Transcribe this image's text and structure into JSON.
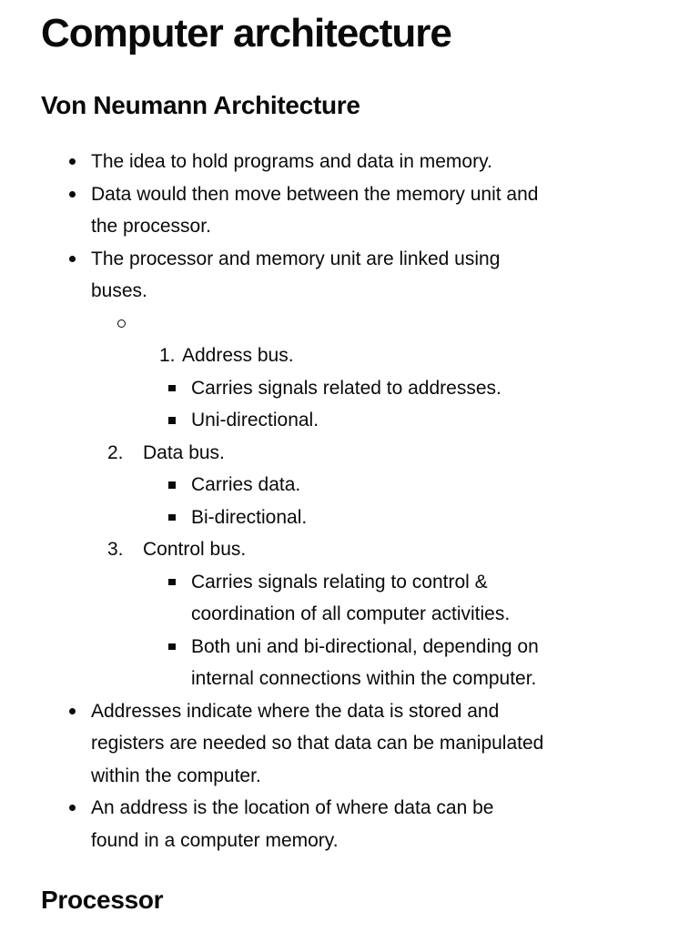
{
  "page": {
    "title": "Computer architecture",
    "section_heading": "Von Neumann Architecture",
    "next_section_heading": "Processor"
  },
  "colors": {
    "text": "#0a0a0a",
    "background": "#ffffff"
  },
  "list": {
    "items": [
      {
        "type": "bullet",
        "marker_icon": "disc-bullet-icon",
        "text": "The idea to hold programs and data in memory."
      },
      {
        "type": "bullet",
        "marker_icon": "disc-bullet-icon",
        "text": "Data would then move between the memory unit and\nthe processor."
      },
      {
        "type": "bullet",
        "marker_icon": "disc-bullet-icon",
        "text": "The processor and memory unit are linked using\nbuses."
      },
      {
        "type": "circle",
        "marker_icon": "circle-bullet-icon",
        "text": ""
      },
      {
        "type": "num-deep",
        "marker": "1.",
        "text": "Address bus."
      },
      {
        "type": "square",
        "marker_icon": "square-bullet-icon",
        "text": "Carries signals related to addresses."
      },
      {
        "type": "square",
        "marker_icon": "square-bullet-icon",
        "text": "Uni-directional."
      },
      {
        "type": "num",
        "marker": "2.",
        "text": "Data bus."
      },
      {
        "type": "square",
        "marker_icon": "square-bullet-icon",
        "text": "Carries data."
      },
      {
        "type": "square",
        "marker_icon": "square-bullet-icon",
        "text": "Bi-directional."
      },
      {
        "type": "num",
        "marker": "3.",
        "text": "Control bus."
      },
      {
        "type": "square",
        "marker_icon": "square-bullet-icon",
        "text": "Carries signals relating to control &\ncoordination of all computer activities."
      },
      {
        "type": "square",
        "marker_icon": "square-bullet-icon",
        "text": "Both uni and bi-directional, depending on\ninternal connections within the computer."
      },
      {
        "type": "bullet",
        "marker_icon": "disc-bullet-icon",
        "text": "Addresses indicate where the data is stored and\nregisters are needed so that data can be manipulated\nwithin the computer."
      },
      {
        "type": "bullet",
        "marker_icon": "disc-bullet-icon",
        "text": "An address is the location of where data can be\nfound in a computer memory."
      }
    ]
  }
}
